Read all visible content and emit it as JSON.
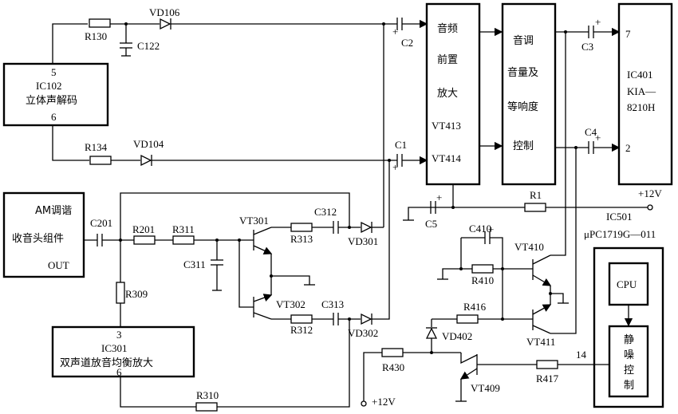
{
  "blocks": {
    "ic102": {
      "pin_top": "5",
      "name": "IC102",
      "desc": "立体声解码",
      "pin_bottom": "6"
    },
    "am": {
      "line1": "AM调谐",
      "line2": "收音头组件",
      "out": "OUT"
    },
    "ic301": {
      "pin_top": "3",
      "name": "IC301",
      "desc": "双声道放音均衡放大",
      "pin_bottom": "6"
    },
    "preamp": {
      "l1": "音频",
      "l2": "前置",
      "l3": "放大",
      "l4": "VT413",
      "l5": "VT414"
    },
    "tone": {
      "l1": "音调",
      "l2": "音量及",
      "l3": "等响度",
      "l4": "控制"
    },
    "ic401": {
      "pin_top": "7",
      "name": "IC401",
      "l2": "KIA—",
      "l3": "8210H",
      "pin_bottom": "2"
    },
    "cpu": {
      "label": "CPU"
    },
    "mute": {
      "l1": "静",
      "l2": "噪",
      "l3": "控",
      "l4": "制"
    },
    "ic501": {
      "name": "IC501",
      "part": "μPC1719G—011"
    }
  },
  "components": {
    "R130": "R130",
    "VD106": "VD106",
    "C122": "C122",
    "C2": "C2",
    "C3": "C3",
    "R134": "R134",
    "VD104": "VD104",
    "C1": "C1",
    "C4": "C4",
    "C201": "C201",
    "R201": "R201",
    "R311": "R311",
    "VT301": "VT301",
    "R313": "R313",
    "C312": "C312",
    "VD301": "VD301",
    "C311": "C311",
    "VT302": "VT302",
    "R312": "R312",
    "C313": "C313",
    "VD302": "VD302",
    "R309": "R309",
    "R310": "R310",
    "C5": "C5",
    "R1": "R1",
    "C410": "C410",
    "VT410": "VT410",
    "R410": "R410",
    "R416": "R416",
    "VD402": "VD402",
    "VT411": "VT411",
    "R430": "R430",
    "VT409": "VT409",
    "R417": "R417"
  },
  "supply": {
    "top": "+12V",
    "bottom": "+12V"
  },
  "pins": {
    "p14": "14"
  },
  "polarity": {
    "plus": "+"
  }
}
